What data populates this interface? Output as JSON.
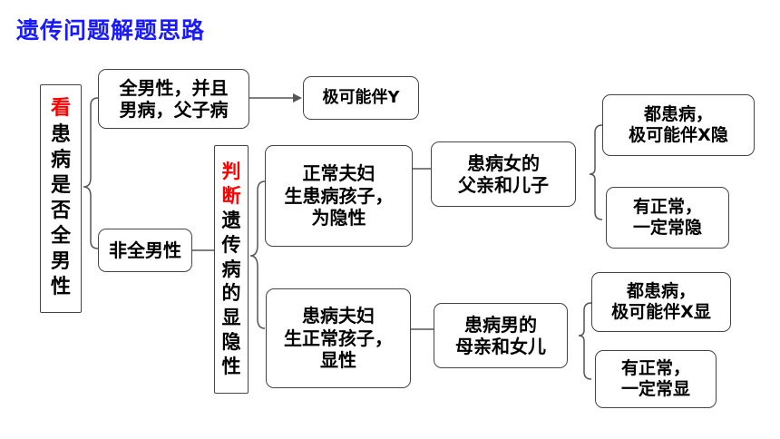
{
  "title": "遗传问题解题思路",
  "root": {
    "head": "看",
    "body": [
      "患",
      "病",
      "是",
      "否",
      "全",
      "男",
      "性"
    ]
  },
  "all_male": [
    "全男性，并且",
    "男病，父子病"
  ],
  "result_y": "极可能伴Y",
  "not_all_male": "非全男性",
  "judge": {
    "head": [
      "判",
      "断"
    ],
    "body": [
      "遗",
      "传",
      "病",
      "的",
      "显",
      "隐",
      "性"
    ]
  },
  "recessive_case": [
    "正常夫妇",
    "生患病孩子，",
    "为隐性"
  ],
  "dominant_case": [
    "患病夫妇",
    "生正常孩子，",
    "显性"
  ],
  "sick_daughter": [
    "患病女的",
    "父亲和儿子"
  ],
  "sick_son": [
    "患病男的",
    "母亲和女儿"
  ],
  "result_x_recessive": [
    "都患病，",
    "极可能伴X隐"
  ],
  "result_normal_recessive": [
    "有正常，",
    "一定常隐"
  ],
  "result_x_dominant": [
    "都患病，",
    "极可能伴X显"
  ],
  "result_normal_dominant": [
    "有正常，",
    "一定常显"
  ]
}
